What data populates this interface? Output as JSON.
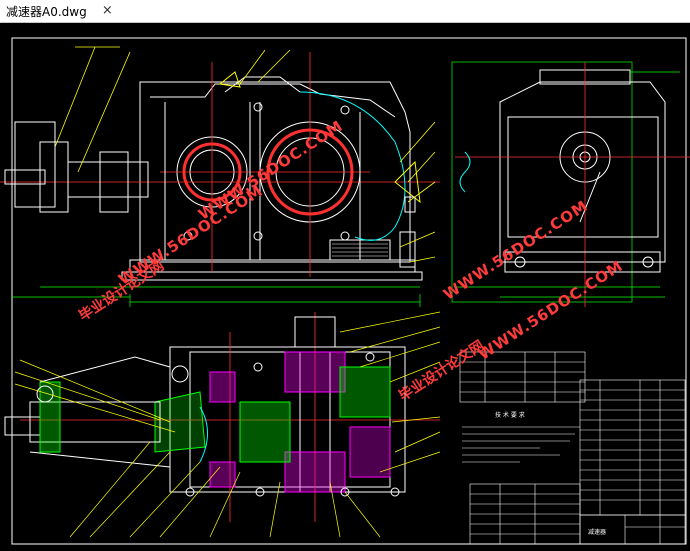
{
  "tab": {
    "title": "减速器A0.dwg",
    "close_glyph": "×"
  },
  "drawing": {
    "background": "#000000",
    "frame_color": "#ffffff",
    "line_colors": {
      "outline": "#ffffff",
      "center": "#ff3030",
      "leader": "#ffff00",
      "dimension": "#00ff00",
      "hidden": "#00ffff",
      "magenta": "#ff00ff",
      "hatch": "#ffff80"
    },
    "tech_req_title": "技 术 要 求",
    "title_block_name": "减速器"
  },
  "watermarks": [
    {
      "id": "url1",
      "text": "WWW.56DOC.COM"
    },
    {
      "id": "url2",
      "text": "WWW.56DOC.COM"
    },
    {
      "id": "url3",
      "text": "WWW.56DOC.COM"
    },
    {
      "id": "url4",
      "text": "WWW.56DOC.COM"
    },
    {
      "id": "name1",
      "text": "毕业设计论文网"
    },
    {
      "id": "name2",
      "text": "毕业设计论文网"
    }
  ]
}
